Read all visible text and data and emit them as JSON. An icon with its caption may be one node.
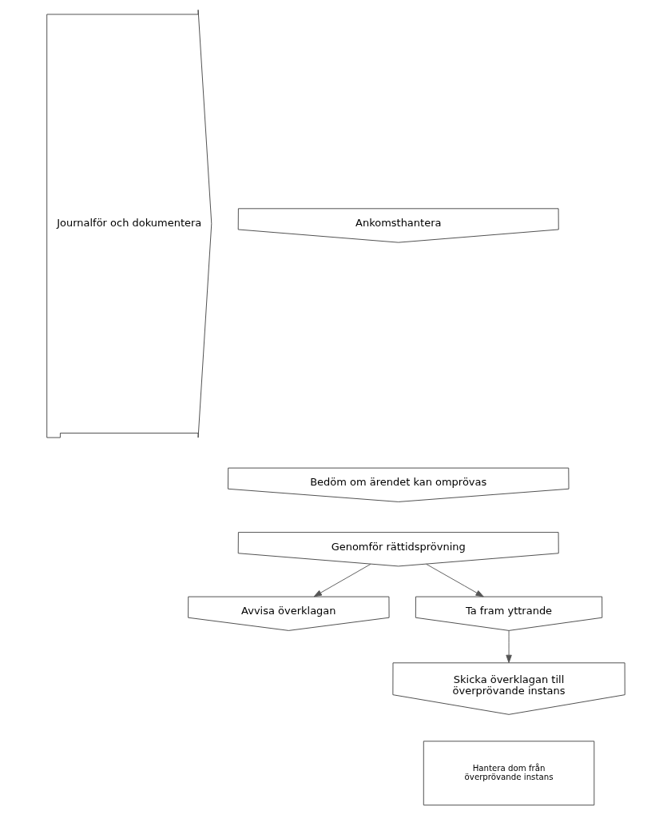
{
  "diagram": {
    "nodes": [
      {
        "text": [
          "Journalför och dokumentera"
        ]
      },
      {
        "text": [
          "Ankomsthantera"
        ]
      },
      {
        "text": [
          "Bedöm om ärendet kan omprövas"
        ]
      },
      {
        "text": [
          "Genomför rättidsprövning"
        ]
      },
      {
        "text": [
          "Avvisa överklagan"
        ]
      },
      {
        "text": [
          "Ta fram yttrande"
        ]
      },
      {
        "text": [
          "Skicka överklagan till överprövande instans"
        ]
      },
      {
        "text": [
          "Hantera dom från överprövande instans"
        ]
      }
    ],
    "edges": [
      {
        "from": 3,
        "to": 4,
        "arrow": "to"
      },
      {
        "from": 3,
        "to": 5,
        "arrow": "to"
      },
      {
        "from": 5,
        "to": 6,
        "arrow": "to"
      }
    ]
  }
}
